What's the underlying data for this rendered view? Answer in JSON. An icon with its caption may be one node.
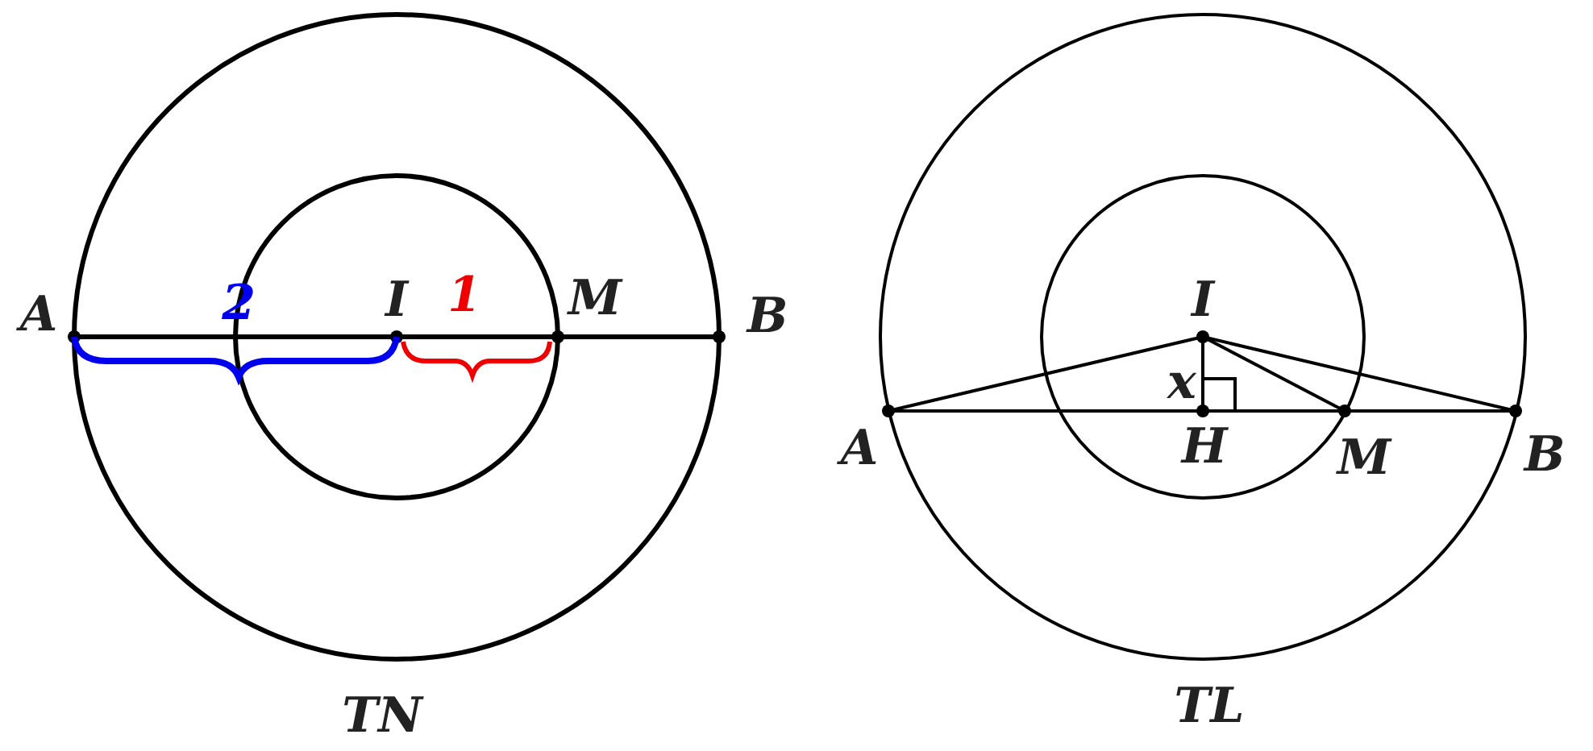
{
  "diagram": {
    "labels": [
      "A",
      "2",
      "I",
      "1",
      "M",
      "B",
      "TN",
      "I",
      "x",
      "A",
      "H",
      "M",
      "B",
      "TL"
    ]
  }
}
